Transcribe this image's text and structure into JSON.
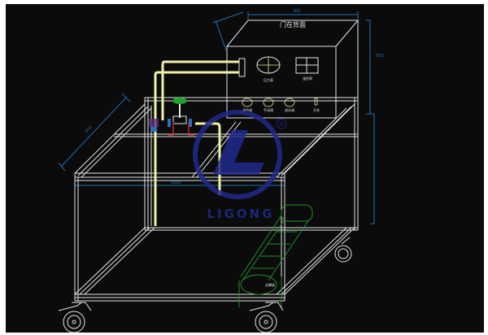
{
  "drawing": {
    "box_title": "门在背面",
    "front_labels": [
      "压力表",
      "温控表"
    ],
    "knob_labels": [
      "调节阀",
      "手动阀",
      "进水阀",
      "开关"
    ],
    "dimensions": [
      "300",
      "500",
      "1000",
      "600"
    ],
    "conveyor_label": "支撑架",
    "watermark": {
      "text": "LIGONG",
      "registered": "®",
      "color": "#1f2a8a"
    },
    "colors": {
      "background": "#0b0b0b",
      "frame": "#e6e6e6",
      "pipe": "#f1f1a8",
      "dimension": "#1f6fb0",
      "valve_handle": "#1fa22a",
      "valve_support": "#c0282b",
      "conveyor": "#1f8f2a"
    }
  }
}
